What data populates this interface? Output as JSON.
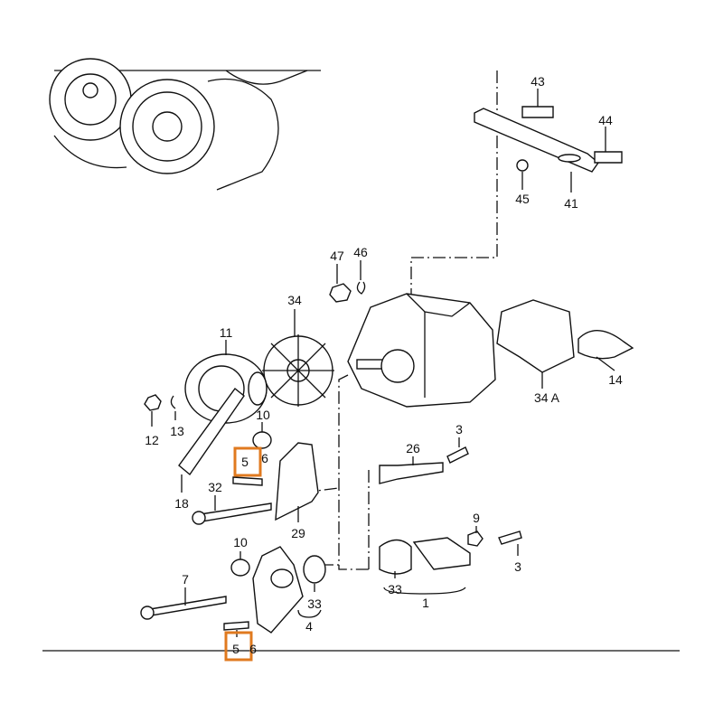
{
  "diagram": {
    "highlight_color": "#e07a1f",
    "labels": {
      "l43": "43",
      "l44": "44",
      "l45": "45",
      "l41": "41",
      "l47": "47",
      "l46": "46",
      "l34": "34",
      "l11": "11",
      "l14": "14",
      "l34a": "34 A",
      "l12": "12",
      "l13": "13",
      "l10a": "10",
      "l3a": "3",
      "l26": "26",
      "l5a": "5",
      "l6a": "6",
      "l32": "32",
      "l18": "18",
      "l29": "29",
      "l9": "9",
      "l3b": "3",
      "l10b": "10",
      "l7": "7",
      "l33a": "33",
      "l4": "4",
      "l33b": "33",
      "l1": "1",
      "l5b": "5",
      "l6b": "6"
    }
  }
}
